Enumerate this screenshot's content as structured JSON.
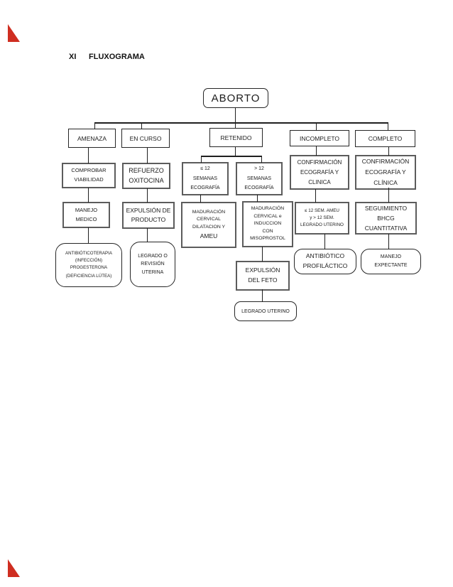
{
  "page": {
    "section_number": "XI",
    "section_title": "FLUXOGRAMA"
  },
  "decorations": {
    "corner_triangle_color": "#cf2e21"
  },
  "flowchart": {
    "root": "ABORTO",
    "headers": {
      "amenaza": "AMENAZA",
      "en_curso": "EN CURSO",
      "retenido": "RETENIDO",
      "incompleto": "INCOMPLETO",
      "completo": "COMPLETO"
    },
    "amenaza": {
      "comprobar": "COMPROBAR\nVIABILIDAD",
      "manejo_medico": "MANEJO\nMEDICO",
      "terapia": "ANTIBIÓTICOTERAPIA\n(INFECCIÓN)\nPROGESTERONA",
      "terapia_nota": "(DEFICIENCIA LÚTEA)"
    },
    "en_curso": {
      "refuerzo": "REFUERZO\nOXITOCINA",
      "expulsion_producto": "EXPULSIÓN DE\nPRODUCTO",
      "legrado_revision": "LEGRADO O\nREVISIÓN\nUTERINA"
    },
    "retenido": {
      "menor_12": "≤ 12\nSEMANAS\nECOGRAFÍA",
      "mayor_12": "> 12\nSEMANAS\nECOGRAFÍA",
      "maduracion_ameu": "MADURACIÓN\nCERVICAL\nDILATACION Y",
      "maduracion_ameu_destacado": "AMEU",
      "maduracion_misoprostol": "MADURACIÓN\nCERVICAL e\nINDUCCION\nCON\nMISOPROSTOL",
      "expulsion_feto": "EXPULSIÓN\nDEL FETO",
      "legrado_uterino": "LEGRADO UTERINO"
    },
    "incompleto": {
      "confirmacion": "CONFIRMACIÓN\nECOGRAFÍA Y\nCLINICA",
      "procedimiento": "≤ 12 SEM. AMEU\ny > 12 SEM.\nLEGRADO UTERINO",
      "antibiotico": "ANTIBIÓTICO\nPROFILÁCTICO"
    },
    "completo": {
      "confirmacion": "CONFIRMACIÓN\nECOGRAFÍA Y\nCLÍNICA",
      "seguimiento": "SEGUIMIENTO\nBHCG\nCUANTITATIVA",
      "manejo": "MANEJO\nEXPECTANTE"
    }
  }
}
